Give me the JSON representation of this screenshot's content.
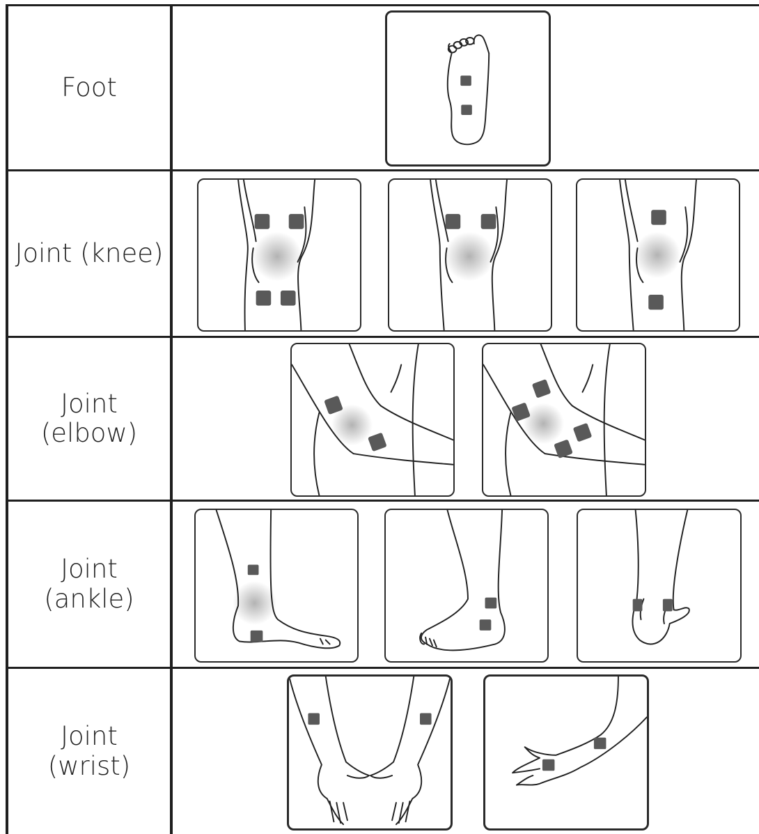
{
  "rows": [
    {
      "label_line1": "Foot",
      "label_line2": ""
    },
    {
      "label_line1": "Joint (knee)",
      "label_line2": ""
    },
    {
      "label_line1": "Joint",
      "label_line2": "(elbow)"
    },
    {
      "label_line1": "Joint",
      "label_line2": "(ankle)"
    },
    {
      "label_line1": "Joint",
      "label_line2": "(wrist)"
    }
  ],
  "colors": {
    "border": "#1f1f1f",
    "pad": "#595959",
    "glow": "#bdbdbd"
  },
  "icons": [
    "foot-sole-icon",
    "knee-icon",
    "elbow-icon",
    "ankle-icon",
    "wrist-icon"
  ]
}
